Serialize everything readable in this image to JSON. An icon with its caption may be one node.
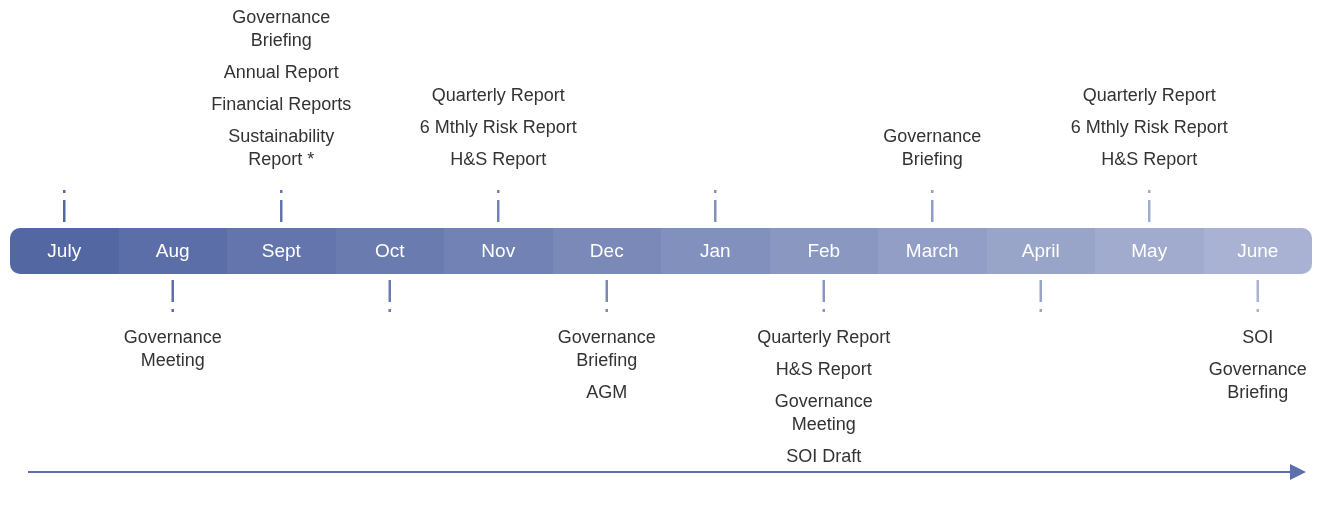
{
  "diagram": {
    "nodes": [
      {
        "text": [
          "July"
        ]
      },
      {
        "text": [
          "Aug"
        ],
        "beside": [
          "Governance Meeting"
        ]
      },
      {
        "text": [
          "Sept"
        ],
        "beside": [
          "Governance Briefing",
          "Annual Report",
          "Financial Reports",
          "Sustainability Report *"
        ]
      },
      {
        "text": [
          "Oct"
        ]
      },
      {
        "text": [
          "Nov"
        ],
        "beside": [
          "Quarterly Report",
          "6 Mthly Risk Report",
          "H&S Report"
        ]
      },
      {
        "text": [
          "Dec"
        ],
        "beside": [
          "Governance Briefing",
          "AGM"
        ]
      },
      {
        "text": [
          "Jan"
        ]
      },
      {
        "text": [
          "Feb"
        ],
        "beside": [
          "Quarterly Report",
          "H&S Report",
          "Governance Meeting",
          "SOI Draft"
        ]
      },
      {
        "text": [
          "March"
        ],
        "beside": [
          "Governance Briefing"
        ]
      },
      {
        "text": [
          "April"
        ]
      },
      {
        "text": [
          "May"
        ],
        "beside": [
          "Quarterly Report",
          "6 Mthly Risk Report",
          "H&S Report"
        ]
      },
      {
        "text": [
          "June"
        ],
        "beside": [
          "SOI",
          "Governance Briefing"
        ]
      }
    ]
  }
}
